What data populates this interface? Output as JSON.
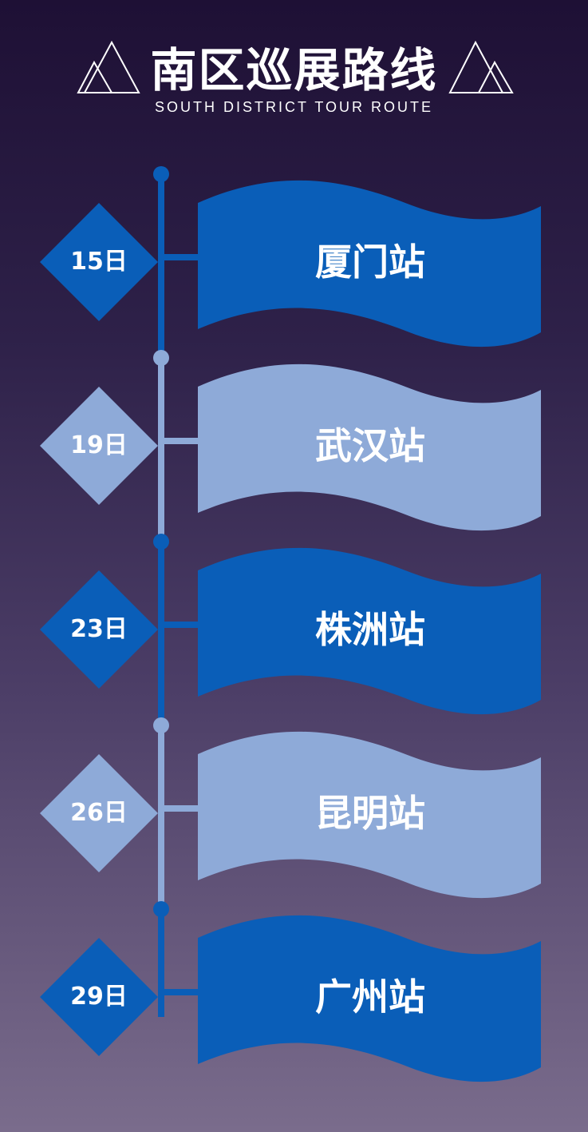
{
  "header": {
    "title": "南区巡展路线",
    "subtitle": "SOUTH DISTRICT TOUR ROUTE"
  },
  "colors": {
    "dark_blue": "#0a5eb8",
    "light_blue": "#8eaad8",
    "white": "#ffffff"
  },
  "stops": [
    {
      "date": "15日",
      "station": "厦门站",
      "style": "dark"
    },
    {
      "date": "19日",
      "station": "武汉站",
      "style": "light"
    },
    {
      "date": "23日",
      "station": "株洲站",
      "style": "dark"
    },
    {
      "date": "26日",
      "station": "昆明站",
      "style": "light"
    },
    {
      "date": "29日",
      "station": "广州站",
      "style": "dark"
    }
  ]
}
